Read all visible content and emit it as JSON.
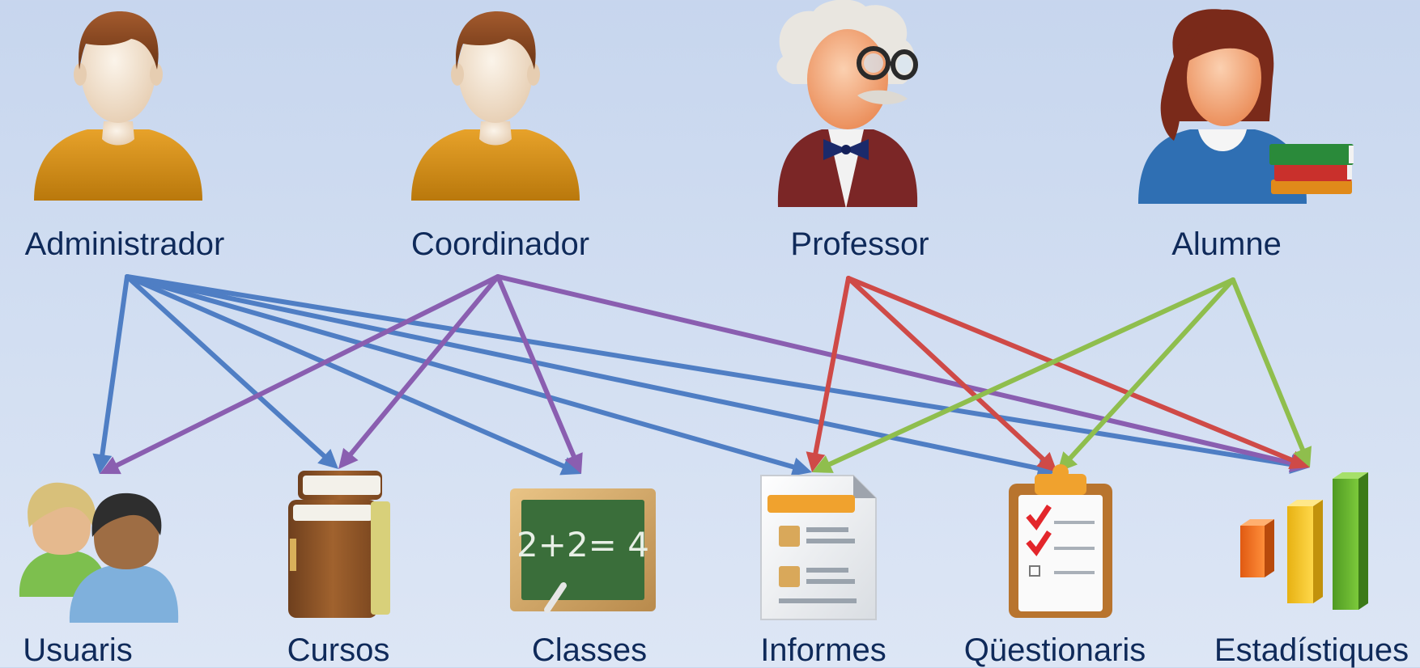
{
  "roles": [
    {
      "id": "administrador",
      "label": "Administrador",
      "icon": "user-icon",
      "color": "#4f7ec4"
    },
    {
      "id": "coordinador",
      "label": "Coordinador",
      "icon": "user-icon",
      "color": "#8a5eb0"
    },
    {
      "id": "professor",
      "label": "Professor",
      "icon": "professor-icon",
      "color": "#cf4a47"
    },
    {
      "id": "alumne",
      "label": "Alumne",
      "icon": "student-icon",
      "color": "#8fbe4d"
    }
  ],
  "modules": [
    {
      "id": "usuaris",
      "label": "Usuaris",
      "icon": "users-icon"
    },
    {
      "id": "cursos",
      "label": "Cursos",
      "icon": "books-icon"
    },
    {
      "id": "classes",
      "label": "Classes",
      "icon": "chalkboard-icon"
    },
    {
      "id": "informes",
      "label": "Informes",
      "icon": "report-icon"
    },
    {
      "id": "questionaris",
      "label": "Qüestionaris",
      "icon": "clipboard-icon"
    },
    {
      "id": "estadistiques",
      "label": "Estadístiques",
      "icon": "bar-chart-icon"
    }
  ],
  "chalkboard_text": "2+2= 4",
  "connections": [
    {
      "from": "administrador",
      "to": "usuaris"
    },
    {
      "from": "administrador",
      "to": "cursos"
    },
    {
      "from": "administrador",
      "to": "classes"
    },
    {
      "from": "administrador",
      "to": "informes"
    },
    {
      "from": "administrador",
      "to": "questionaris"
    },
    {
      "from": "administrador",
      "to": "estadistiques"
    },
    {
      "from": "coordinador",
      "to": "usuaris"
    },
    {
      "from": "coordinador",
      "to": "cursos"
    },
    {
      "from": "coordinador",
      "to": "classes"
    },
    {
      "from": "coordinador",
      "to": "estadistiques"
    },
    {
      "from": "professor",
      "to": "informes"
    },
    {
      "from": "professor",
      "to": "questionaris"
    },
    {
      "from": "professor",
      "to": "estadistiques"
    },
    {
      "from": "alumne",
      "to": "informes"
    },
    {
      "from": "alumne",
      "to": "questionaris"
    },
    {
      "from": "alumne",
      "to": "estadistiques"
    }
  ]
}
